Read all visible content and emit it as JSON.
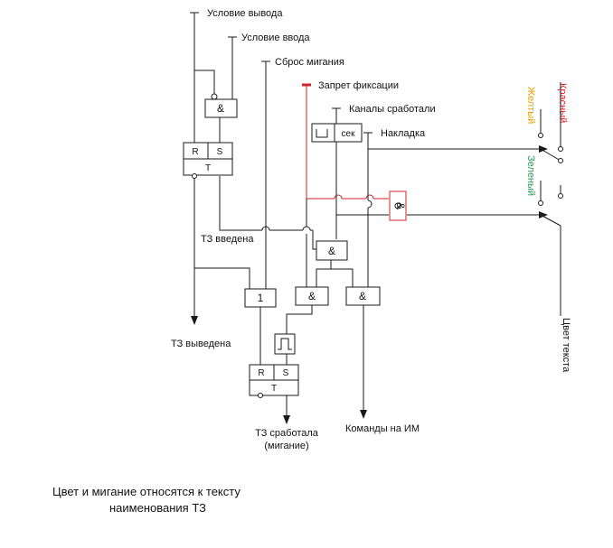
{
  "signals": {
    "output_condition": "Условие вывода",
    "input_condition": "Условие ввода",
    "blink_reset": "Сброс мигания",
    "fixation_ban": "Запрет фиксации",
    "channels_triggered": "Каналы сработали",
    "overlay": "Накладка"
  },
  "blocks": {
    "and": "&",
    "or": "1",
    "r": "R",
    "s": "S",
    "t": "T",
    "timer_unit": "сек"
  },
  "states": {
    "tz_entered": "ТЗ введена",
    "tz_removed": "ТЗ выведена",
    "tz_triggered_line1": "ТЗ сработала",
    "tz_triggered_line2": "(мигание)",
    "commands": "Команды на ИМ"
  },
  "colors_legend": {
    "yellow": "Желтый",
    "red": "Красный",
    "green": "Зеленый",
    "text_color": "Цвет текста",
    "yellow_hex": "#e8a000",
    "red_hex": "#d0202a",
    "green_hex": "#2a9a5a"
  },
  "note": {
    "line1": "Цвет и мигание относятся к  тексту",
    "line2": "наименования ТЗ"
  }
}
